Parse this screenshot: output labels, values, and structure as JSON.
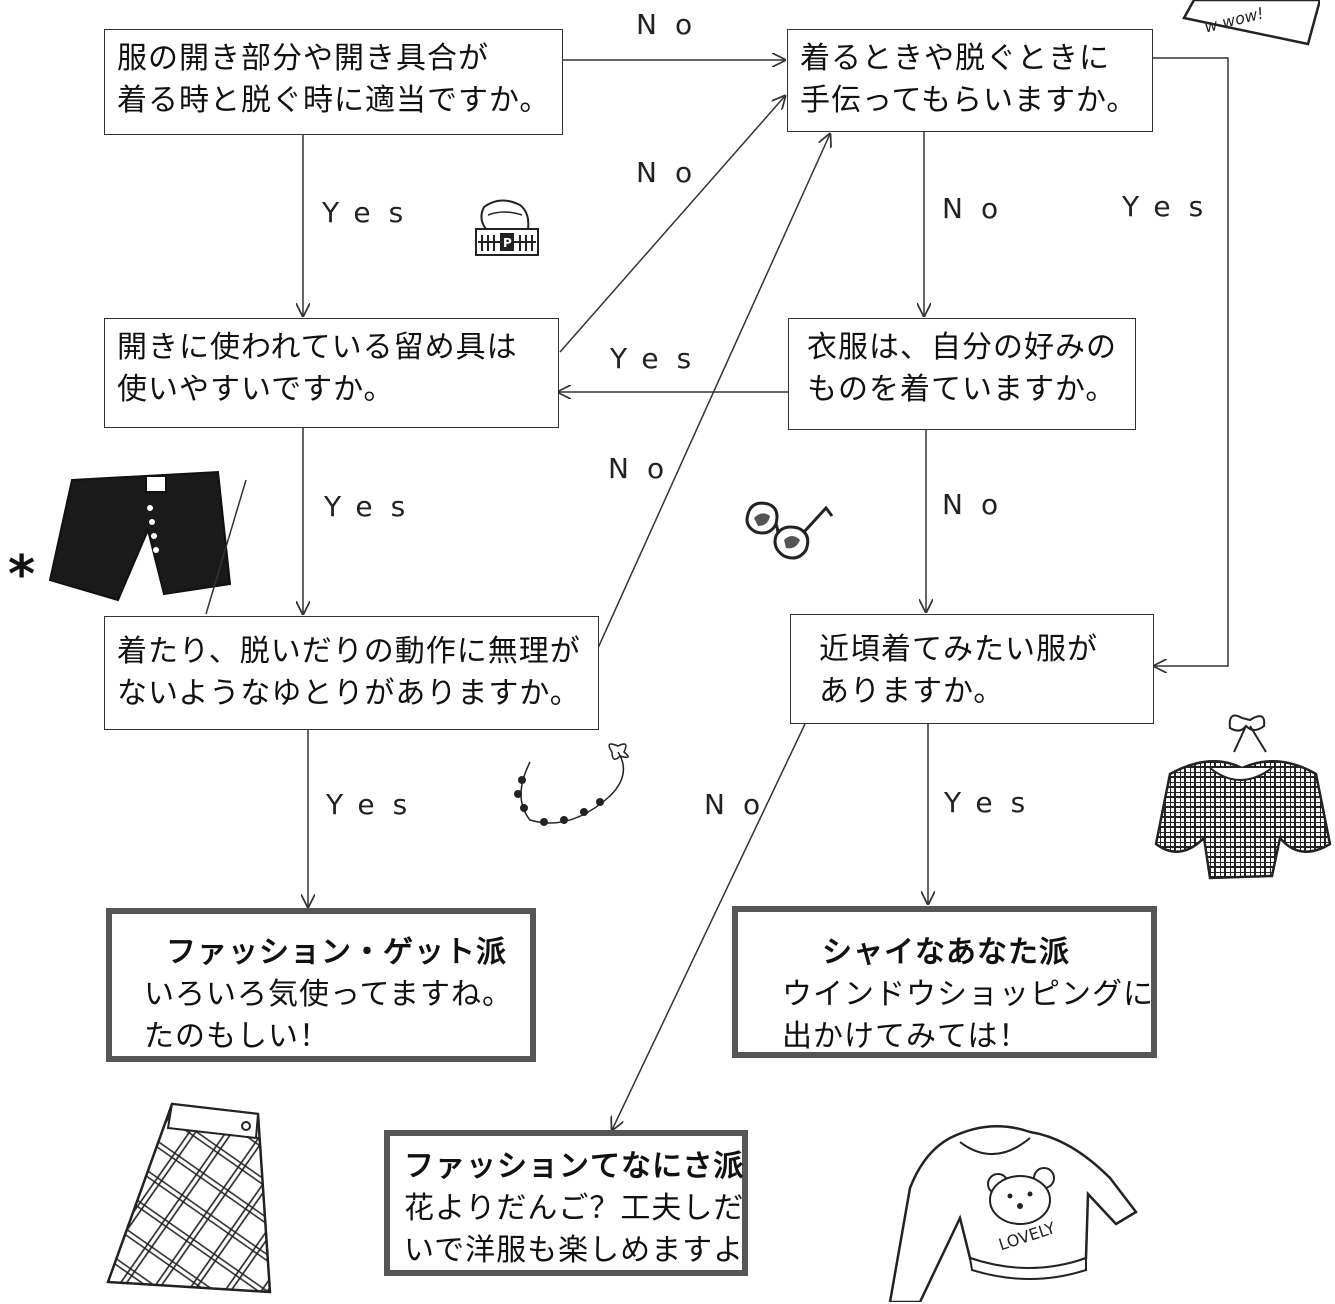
{
  "questions": {
    "q1": {
      "line1": "服の開き部分や開き具合が",
      "line2": "着る時と脱ぐ時に適当ですか。"
    },
    "q2": {
      "line1": "着るときや脱ぐときに",
      "line2": "手伝ってもらいますか。"
    },
    "q3": {
      "line1": "開きに使われている留め具は",
      "line2": "使いやすいですか。"
    },
    "q4": {
      "line1": "衣服は、自分の好みの",
      "line2": "ものを着ていますか。"
    },
    "q5": {
      "line1": "着たり、脱いだりの動作に無理が",
      "line2": "ないようなゆとりがありますか。"
    },
    "q6": {
      "line1": "近頃着てみたい服が",
      "line2": "ありますか。"
    }
  },
  "results": {
    "fashion_get": {
      "title": "ファッション・ゲット派",
      "line1": "いろいろ気使ってますね。",
      "line2": "たのもしい！"
    },
    "shy": {
      "title": "シャイなあなた派",
      "line1": "ウインドウショッピングに",
      "line2": "出かけてみては！"
    },
    "nanisa": {
      "title": "ファッションてなにさ派",
      "line1": "花よりだんご？工夫しだ",
      "line2": "いで洋服も楽しめますよ"
    }
  },
  "labels": {
    "yes": "Yes",
    "no": "No"
  },
  "stamp_text": "w wow!",
  "sweater_text": "LOVELY",
  "colors": {
    "line": "#333333",
    "result_border": "#555555",
    "illustration": "#222222"
  }
}
